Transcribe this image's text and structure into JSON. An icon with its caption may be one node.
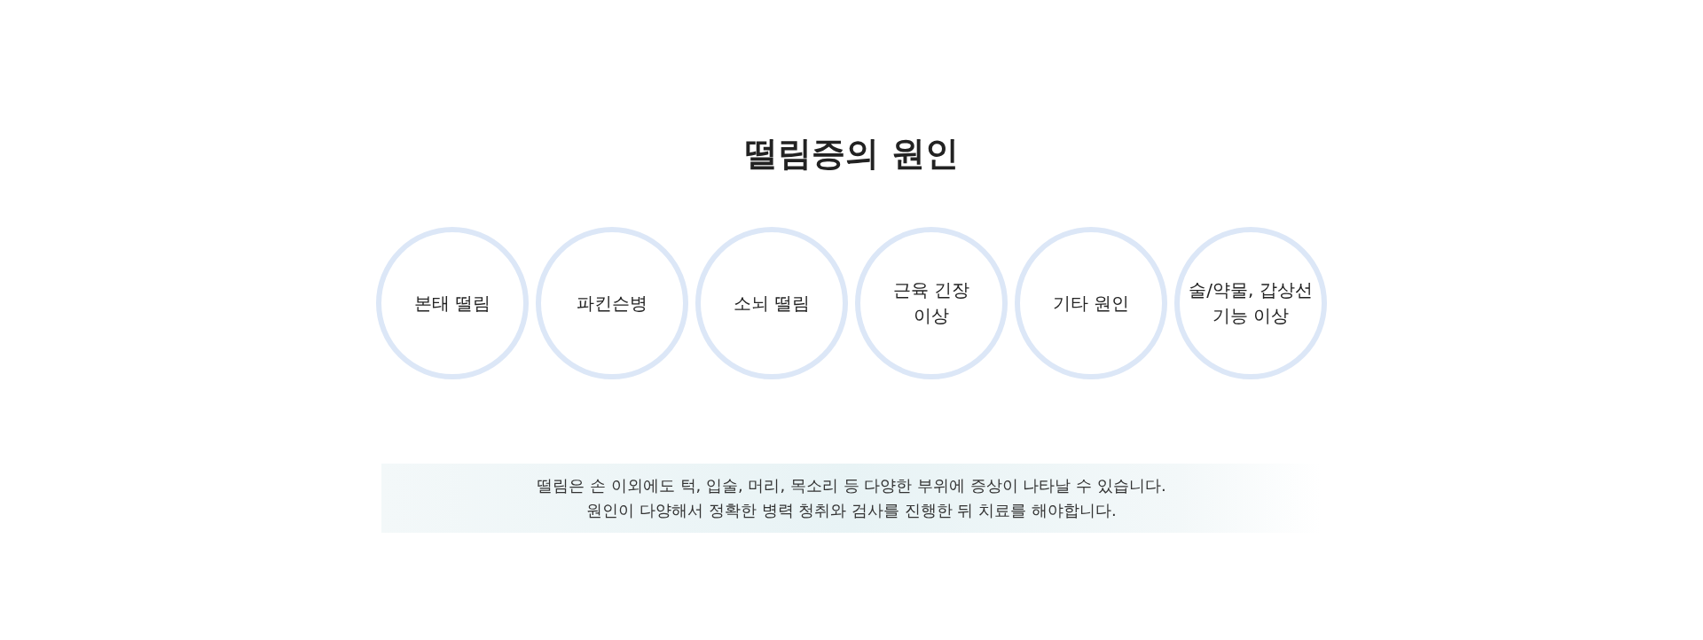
{
  "diagram": {
    "title": "떨림증의 원인",
    "nodes": [
      {
        "text": [
          "본태 떨림"
        ]
      },
      {
        "text": [
          "파킨슨병"
        ]
      },
      {
        "text": [
          "소뇌 떨림"
        ]
      },
      {
        "text": [
          "근육 긴장 이상"
        ]
      },
      {
        "text": [
          "기타 원인"
        ]
      },
      {
        "text": [
          "술/약물, 갑상선 기능 이상"
        ]
      },
      {
        "text": [
          "떨림은 손 이외에도 턱, 입술, 머리, 목소리 등 다양한 부위에 증상이 나타날 수 있습니다.",
          "원인이 다양해서 정확한 병력 청취와 검사를 진행한 뒤 치료를 해야합니다."
        ]
      }
    ],
    "edges": []
  }
}
